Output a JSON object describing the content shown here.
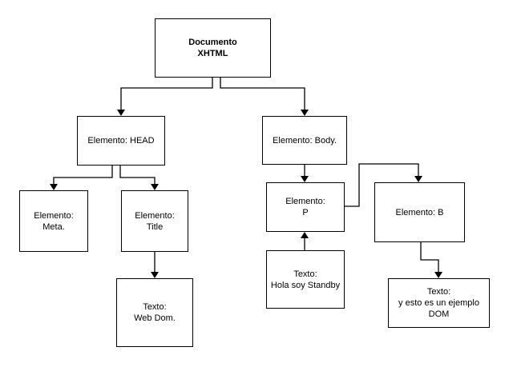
{
  "nodes": [
    {
      "id": "documento",
      "lines": [
        "Documento",
        "XHTML"
      ]
    },
    {
      "id": "head",
      "lines": [
        "Elemento: HEAD"
      ]
    },
    {
      "id": "body",
      "lines": [
        "Elemento: Body."
      ]
    },
    {
      "id": "meta",
      "lines": [
        "Elemento:",
        "Meta."
      ]
    },
    {
      "id": "title",
      "lines": [
        "Elemento:",
        "Title"
      ]
    },
    {
      "id": "p",
      "lines": [
        "Elemento:",
        "P"
      ]
    },
    {
      "id": "b",
      "lines": [
        "Elemento: B"
      ]
    },
    {
      "id": "webdom",
      "lines": [
        "Texto:",
        "Web Dom."
      ]
    },
    {
      "id": "standby",
      "lines": [
        "Texto:",
        "Hola soy Standby"
      ]
    },
    {
      "id": "ejemplo",
      "lines": [
        "Texto:",
        "y esto es un ejemplo",
        "DOM"
      ]
    }
  ]
}
